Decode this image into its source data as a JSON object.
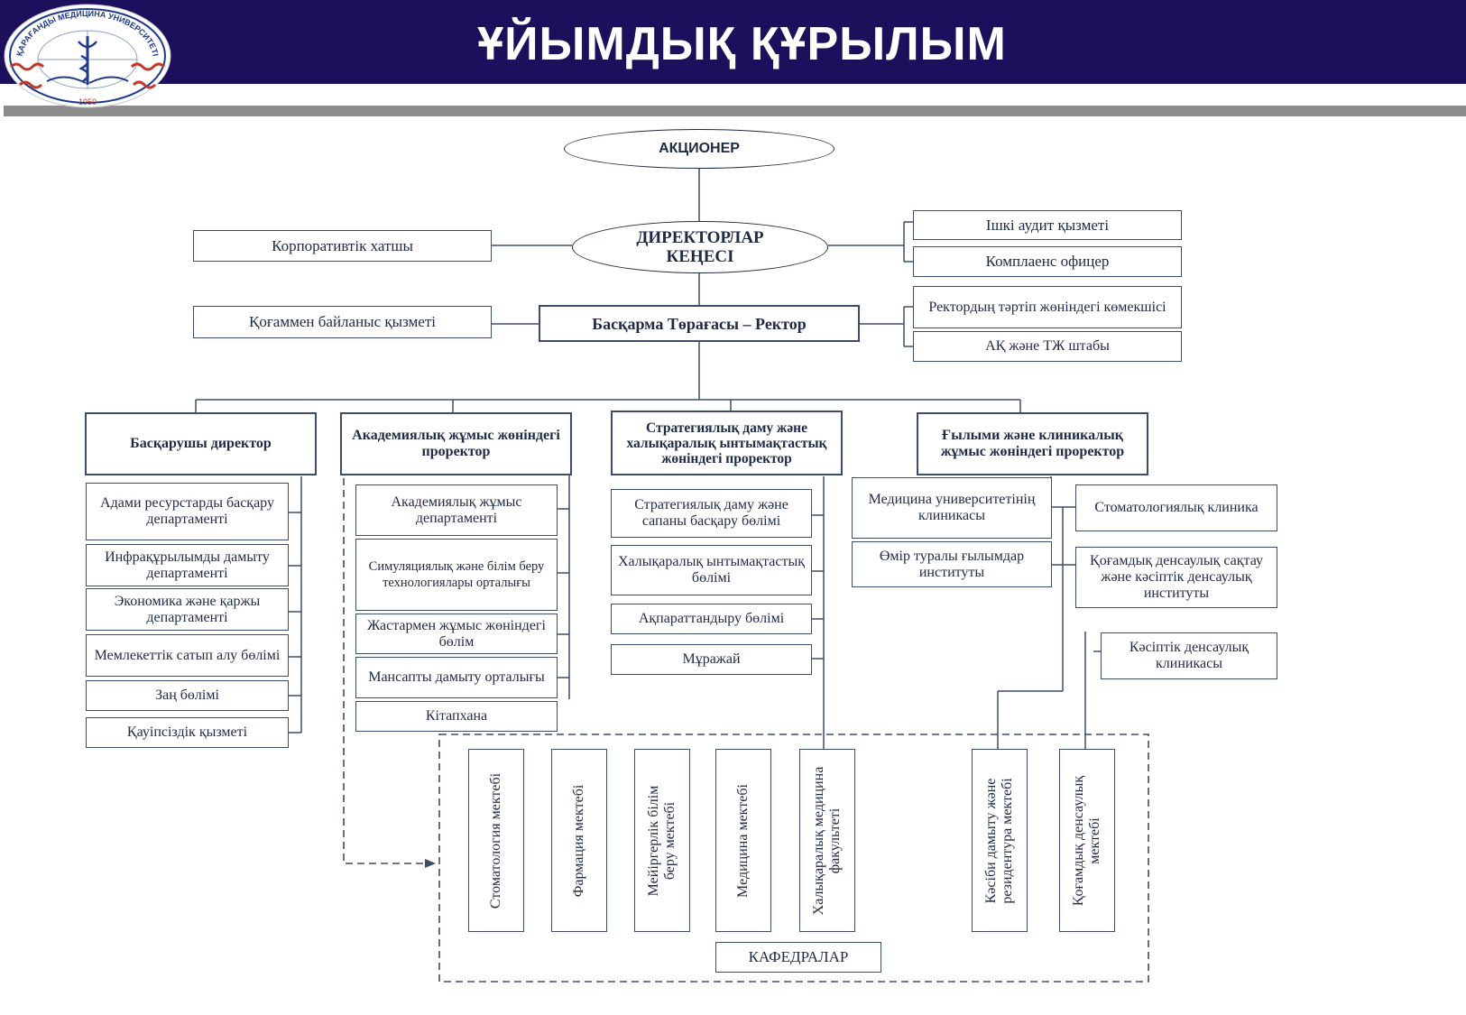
{
  "header": {
    "title": "ҰЙЫМДЫҚ ҚҰРЫЛЫМ"
  },
  "logo": {
    "ring_text": "ҚАРАҒАНДЫ МЕДИЦИНА УНИВЕРСИТЕТІ",
    "year": "1950"
  },
  "top": {
    "shareholder": "АКЦИОНЕР",
    "board": "ДИРЕКТОРЛАР КЕҢЕСІ",
    "corp_secretary": "Корпоративтік хатшы",
    "internal_audit": "Ішкі аудит қызметі",
    "compliance": "Комплаенс офицер",
    "public_relations": "Қоғаммен байланыс қызметі",
    "rector": "Басқарма Төрағасы – Ректор",
    "rector_assistant": "Ректордың тәртіп жөніндегі көмекшісі",
    "civil_defense": "АҚ және ТЖ штабы"
  },
  "branches": {
    "managing_director": {
      "title": "Басқарушы директор",
      "items": [
        "Адами ресурстарды басқару департаменті",
        "Инфрақұрылымды дамыту департаменті",
        "Экономика және қаржы департаменті",
        "Мемлекеттік сатып алу бөлімі",
        "Заң бөлімі",
        "Қауіпсіздік қызметі"
      ]
    },
    "academic": {
      "title": "Академиялық жұмыс жөніндегі проректор",
      "items": [
        "Академиялық жұмыс департаменті",
        "Симуляциялық және білім беру технологиялары орталығы",
        "Жастармен жұмыс жөніндегі бөлім",
        "Мансапты дамыту орталығы",
        "Кітапхана"
      ]
    },
    "strategic": {
      "title": "Стратегиялық даму және халықаралық ынтымақтастық жөніндегі проректор",
      "items": [
        "Стратегиялық даму және сапаны басқару бөлімі",
        "Халықаралық ынтымақтастық бөлімі",
        "Ақпараттандыру бөлімі",
        "Мұражай"
      ]
    },
    "science": {
      "title": "Ғылыми және клиникалық жұмыс жөніндегі проректор",
      "items_left": [
        "Медицина университетінің клиникасы",
        "Өмір туралы ғылымдар институты"
      ],
      "items_right": [
        "Стоматологиялық клиника",
        "Қоғамдық денсаулық сақтау және кәсіптік денсаулық институты",
        "Кәсіптік денсаулық клиникасы"
      ]
    }
  },
  "schools": [
    "Стоматология мектебі",
    "Фармация мектебі",
    "Мейіргерлік білім беру мектебі",
    "Медицина мектебі",
    "Халықаралық медицина факультеті",
    "Кәсіби дамыту және резидентура мектебі",
    "Қоғамдық денсаулық мектебі"
  ],
  "departments_label": "КАФЕДРАЛАР",
  "colors": {
    "header": "#1c0f5c",
    "line": "#3b4d6b",
    "logo_red": "#c0392b"
  }
}
